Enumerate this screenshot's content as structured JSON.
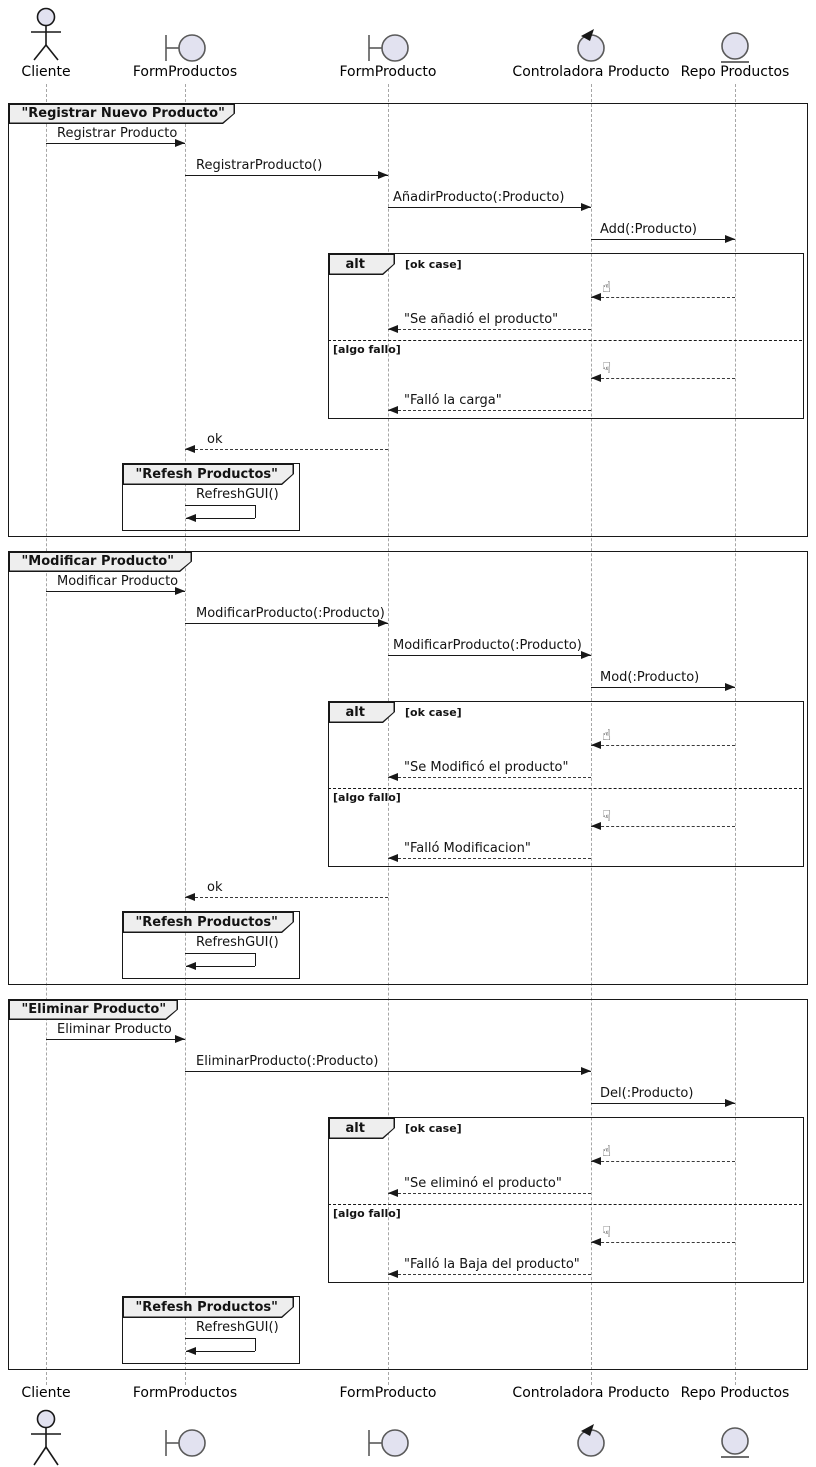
{
  "participants": [
    {
      "label": "Cliente",
      "type": "actor"
    },
    {
      "label": "FormProductos",
      "type": "boundary"
    },
    {
      "label": "FormProducto",
      "type": "boundary"
    },
    {
      "label": "Controladora Producto",
      "type": "control"
    },
    {
      "label": "Repo Productos",
      "type": "entity"
    }
  ],
  "icons": {
    "thumbs_up": "☝",
    "thumbs_down": "☟"
  },
  "colors": {
    "icon_fill": "#E2E2F0",
    "stroke": "#181818",
    "frame_header_bg": "#EEEEEE",
    "lifeline": "#A6A6A6"
  },
  "frames": [
    {
      "title": "\"Registrar Nuevo Producto\"",
      "messages": {
        "request": "Registrar Producto",
        "form_call": "RegistrarProducto()",
        "controller_call": "AñadirProducto(:Producto)",
        "repo_call": "Add(:Producto)",
        "ok_reply": "\"Se añadió el producto\"",
        "fail_reply": "\"Falló la carga\"",
        "return_ok": "ok"
      },
      "alt": {
        "operator": "alt",
        "guard_ok": "[ok case]",
        "guard_fail": "[algo fallo]"
      },
      "refresh": {
        "title": "\"Refesh Productos\"",
        "message": "RefreshGUI()"
      }
    },
    {
      "title": "\"Modificar Producto\"",
      "messages": {
        "request": "Modificar Producto",
        "form_call": "ModificarProducto(:Producto)",
        "controller_call": "ModificarProducto(:Producto)",
        "repo_call": "Mod(:Producto)",
        "ok_reply": "\"Se Modificó el producto\"",
        "fail_reply": "\"Falló Modificacion\"",
        "return_ok": "ok"
      },
      "alt": {
        "operator": "alt",
        "guard_ok": "[ok case]",
        "guard_fail": "[algo fallo]"
      },
      "refresh": {
        "title": "\"Refesh Productos\"",
        "message": "RefreshGUI()"
      }
    },
    {
      "title": "\"Eliminar Producto\"",
      "messages": {
        "request": "Eliminar Producto",
        "controller_call": "EliminarProducto(:Producto)",
        "repo_call": "Del(:Producto)",
        "ok_reply": "\"Se eliminó el producto\"",
        "fail_reply": "\"Falló la Baja del producto\""
      },
      "alt": {
        "operator": "alt",
        "guard_ok": "[ok case]",
        "guard_fail": "[algo fallo]"
      },
      "refresh": {
        "title": "\"Refesh Productos\"",
        "message": "RefreshGUI()"
      }
    }
  ]
}
